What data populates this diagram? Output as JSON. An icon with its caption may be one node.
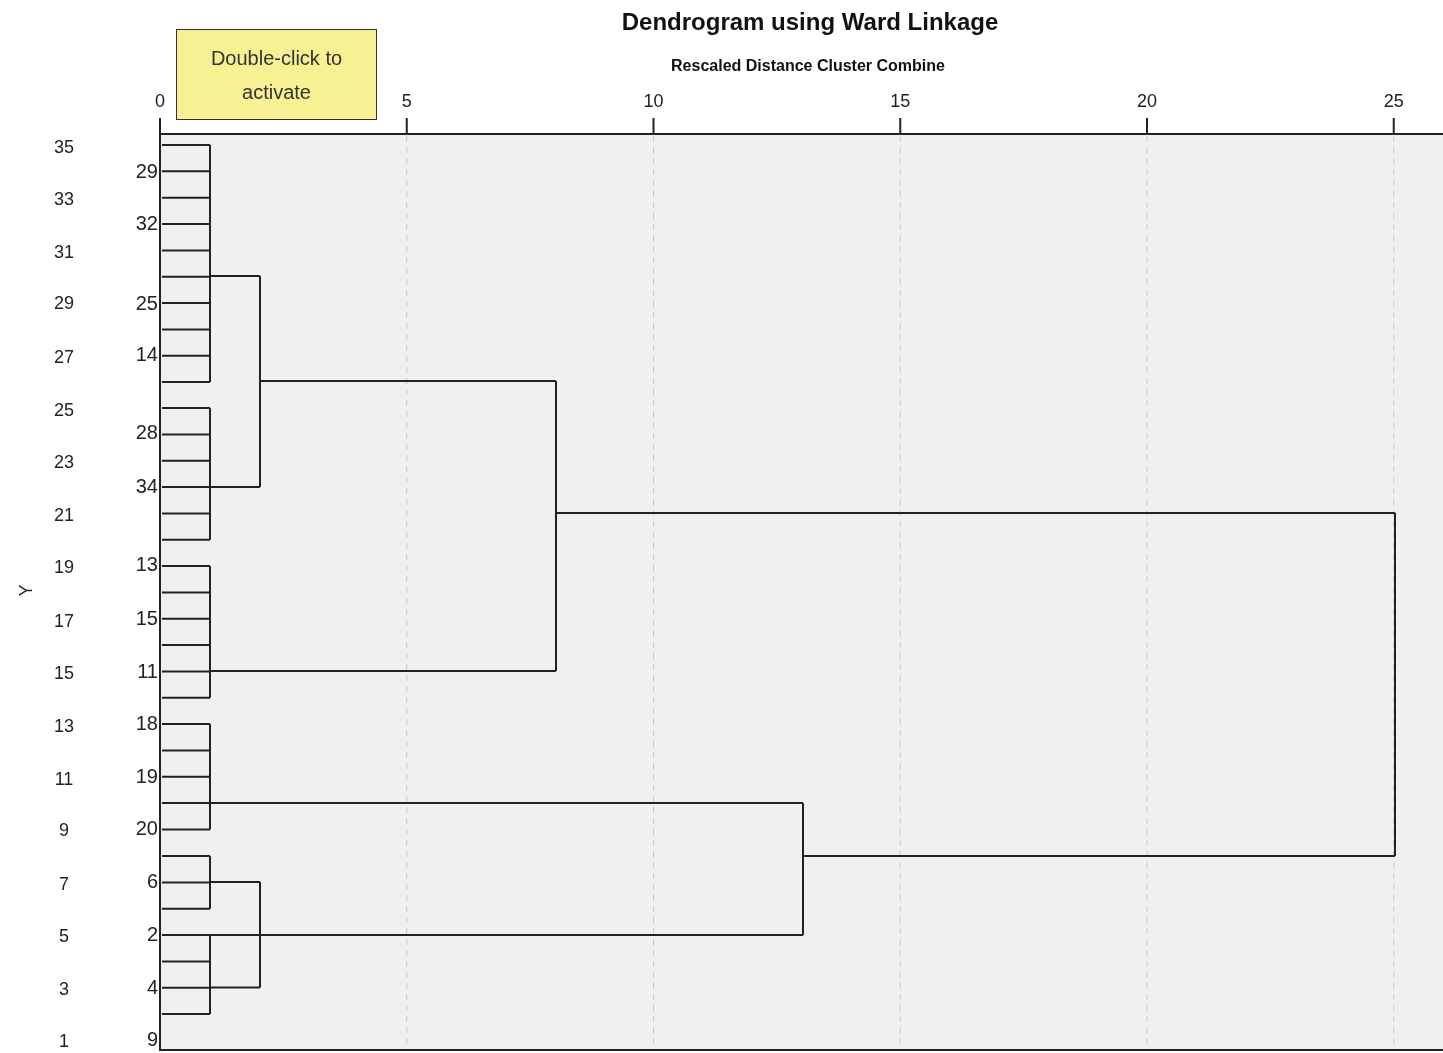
{
  "diagram": {
    "title": "Dendrogram using Ward Linkage",
    "nodes": [
      {
        "text": [
          "Double-click to activate"
        ]
      }
    ],
    "edges": [],
    "labels": [
      "Rescaled Distance Cluster Combine",
      "0",
      "5",
      "10",
      "15",
      "20",
      "25",
      "35",
      "33",
      "31",
      "29",
      "27",
      "25",
      "23",
      "21",
      "19",
      "17",
      "15",
      "13",
      "11",
      "9",
      "7",
      "5",
      "3",
      "1",
      "29",
      "32",
      "25",
      "14",
      "28",
      "34",
      "13",
      "15",
      "11",
      "18",
      "19",
      "20",
      "6",
      "2",
      "4",
      "9",
      "Y"
    ]
  }
}
